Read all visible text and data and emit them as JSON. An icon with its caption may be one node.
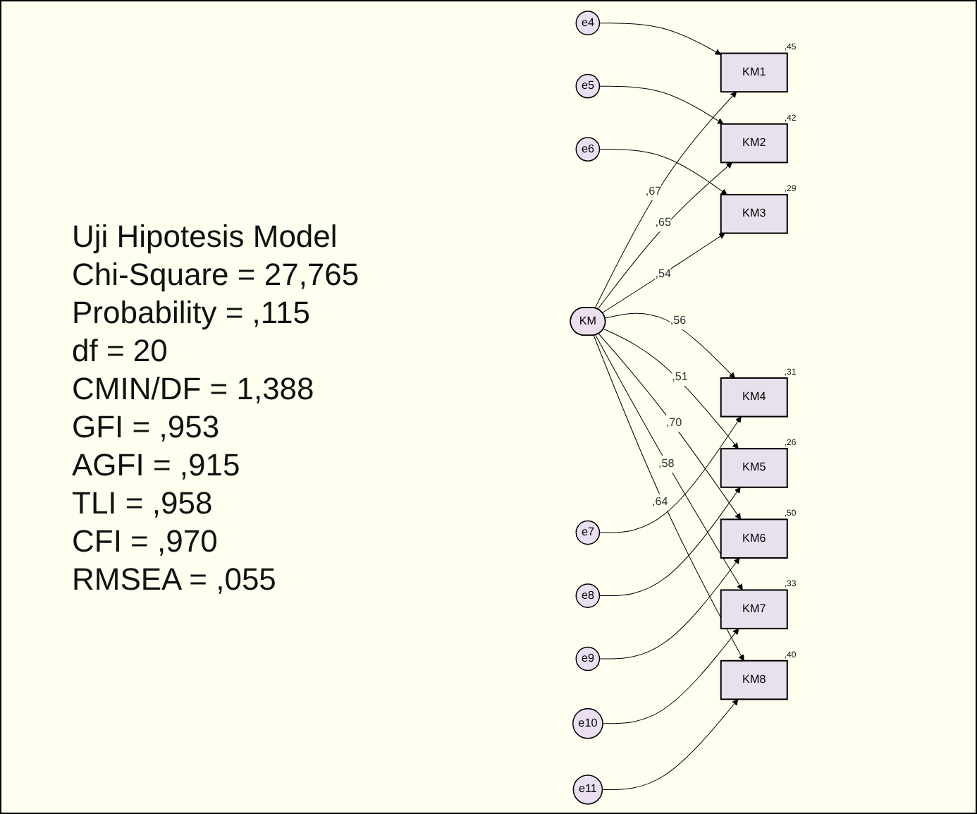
{
  "diagram": {
    "nodes": [
      {
        "text": [
          "KM"
        ]
      },
      {
        "text": [
          "KM1"
        ],
        "beside": [
          ",45"
        ]
      },
      {
        "text": [
          "KM2"
        ],
        "beside": [
          ",42"
        ]
      },
      {
        "text": [
          "KM3"
        ],
        "beside": [
          ",29"
        ]
      },
      {
        "text": [
          "KM4"
        ],
        "beside": [
          ",31"
        ]
      },
      {
        "text": [
          "KM5"
        ],
        "beside": [
          ",26"
        ]
      },
      {
        "text": [
          "KM6"
        ],
        "beside": [
          ",50"
        ]
      },
      {
        "text": [
          "KM7"
        ],
        "beside": [
          ",33"
        ]
      },
      {
        "text": [
          "KM8"
        ],
        "beside": [
          ",40"
        ]
      },
      {
        "text": [
          "e4"
        ]
      },
      {
        "text": [
          "e5"
        ]
      },
      {
        "text": [
          "e6"
        ]
      },
      {
        "text": [
          "e7"
        ]
      },
      {
        "text": [
          "e8"
        ]
      },
      {
        "text": [
          "e9"
        ]
      },
      {
        "text": [
          "e10"
        ]
      },
      {
        "text": [
          "e11"
        ]
      }
    ],
    "edges": [
      {
        "from": 0,
        "to": 1,
        "arrow": "to",
        "label": ",67"
      },
      {
        "from": 0,
        "to": 2,
        "arrow": "to",
        "label": ",65"
      },
      {
        "from": 0,
        "to": 3,
        "arrow": "to",
        "label": ",54"
      },
      {
        "from": 0,
        "to": 4,
        "arrow": "to",
        "label": ",56"
      },
      {
        "from": 0,
        "to": 5,
        "arrow": "to",
        "label": ",51"
      },
      {
        "from": 0,
        "to": 6,
        "arrow": "to",
        "label": ",70"
      },
      {
        "from": 0,
        "to": 7,
        "arrow": "to",
        "label": ",58"
      },
      {
        "from": 0,
        "to": 8,
        "arrow": "to",
        "label": ",64"
      },
      {
        "from": 9,
        "to": 1,
        "arrow": "to"
      },
      {
        "from": 10,
        "to": 2,
        "arrow": "to"
      },
      {
        "from": 11,
        "to": 3,
        "arrow": "to"
      },
      {
        "from": 12,
        "to": 4,
        "arrow": "to"
      },
      {
        "from": 13,
        "to": 5,
        "arrow": "to"
      },
      {
        "from": 14,
        "to": 6,
        "arrow": "to"
      },
      {
        "from": 15,
        "to": 7,
        "arrow": "to"
      },
      {
        "from": 16,
        "to": 8,
        "arrow": "to"
      }
    ],
    "labels": [
      "Uji Hipotesis Model",
      "Chi-Square = 27,765",
      "Probability = ,115",
      "df = 20",
      "CMIN/DF = 1,388",
      "GFI = ,953",
      "AGFI = ,915",
      "TLI = ,958",
      "CFI = ,970",
      "RMSEA = ,055"
    ]
  }
}
